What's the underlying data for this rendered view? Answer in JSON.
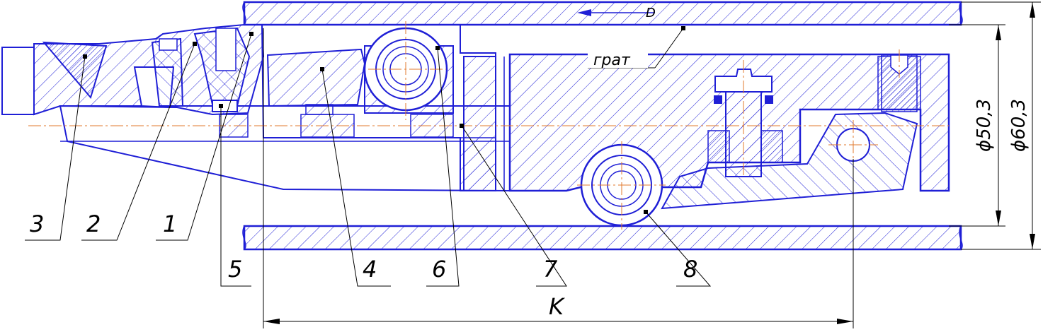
{
  "colors": {
    "outline": "#1f1fd6",
    "hatch": "#1f1fd6",
    "leader": "#000000",
    "centerline": "#e07a2e",
    "background": "#ffffff"
  },
  "drawing": {
    "top_label": "D",
    "burr_label": "грат",
    "part_numbers": [
      "3",
      "2",
      "1",
      "5",
      "4",
      "6",
      "7",
      "8"
    ],
    "dimension_k": "K",
    "dimension_d1": "ϕ50,3",
    "dimension_d2": "ϕ60,3"
  }
}
